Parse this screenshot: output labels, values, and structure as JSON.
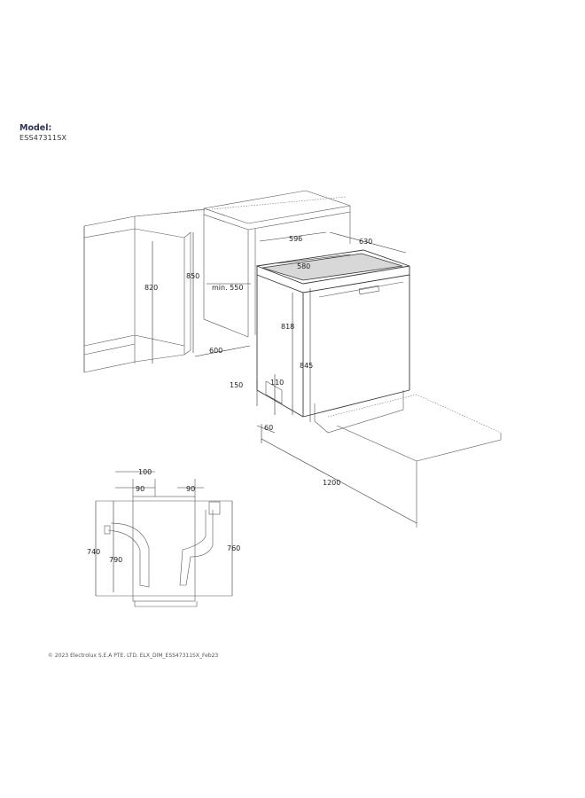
{
  "header": {
    "model_label": "Model:",
    "model_code": "ESS47311SX"
  },
  "dimensions": {
    "d596": "596",
    "d630": "630",
    "d580": "580",
    "d850": "850",
    "d820": "820",
    "dmin550": "min. 550",
    "d600": "600",
    "d818": "818",
    "d845": "845",
    "d110": "110",
    "d150": "150",
    "d60": "60",
    "d1200": "1200",
    "d100": "100",
    "d90a": "90",
    "d90b": "90",
    "d740": "740",
    "d790": "790",
    "d760": "760"
  },
  "footer": {
    "copyright": "© 2023 Electrolux S.E.A PTE. LTD. ELX_DIM_ESS47311SX_Feb23"
  }
}
